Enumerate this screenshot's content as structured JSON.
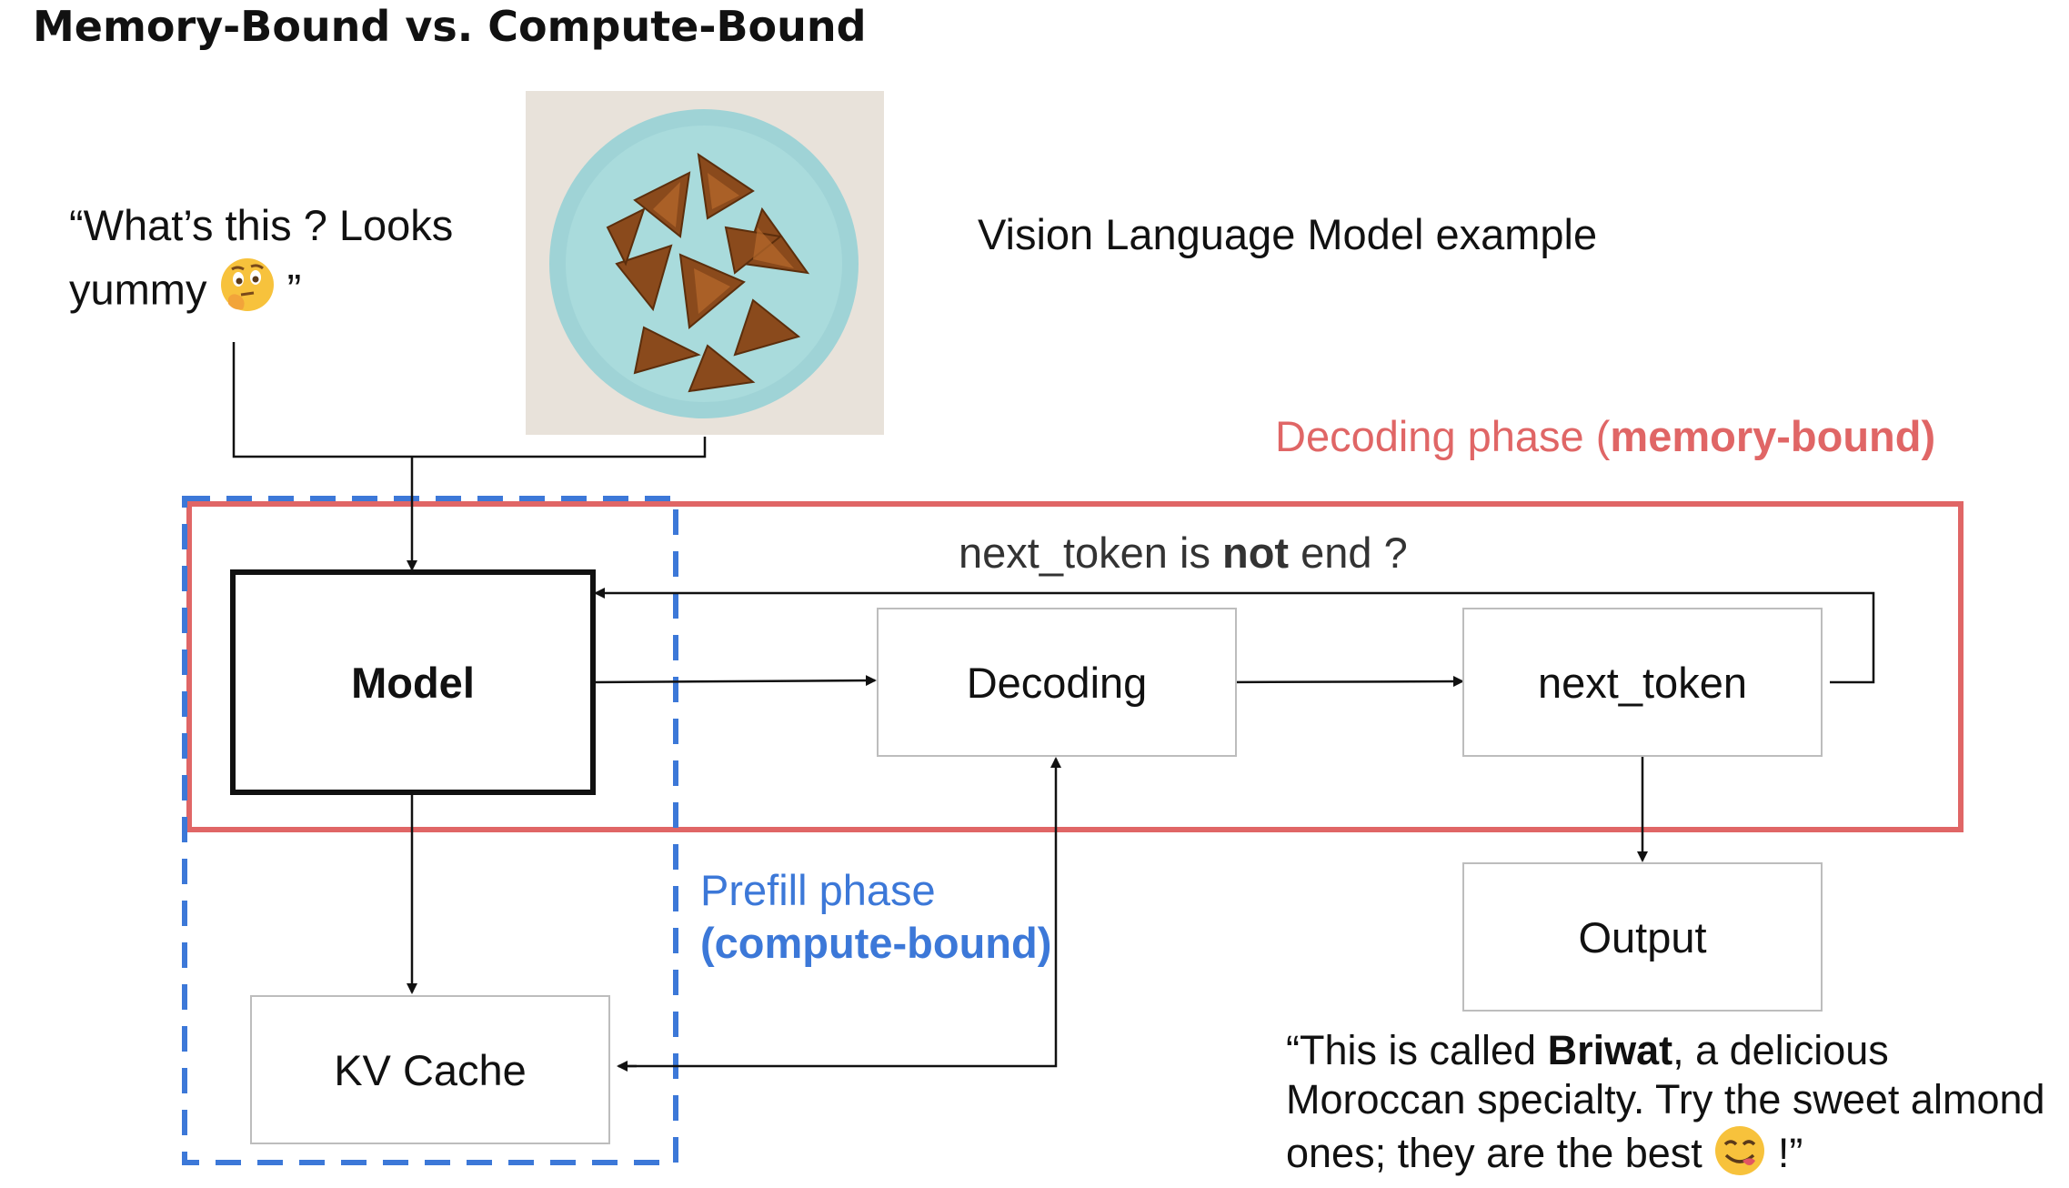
{
  "title": "Memory-Bound vs. Compute-Bound",
  "prompt": {
    "text": "“What’s this ? Looks yummy",
    "emoji": "thinking-face",
    "close_quote": "”"
  },
  "image_label": "Vision Language Model example",
  "phases": {
    "decoding_prefix": "Decoding phase (",
    "decoding_bold": "memory-bound)",
    "prefill_line1": "Prefill phase",
    "prefill_line2": "(compute-bound)"
  },
  "loop_question": {
    "before": "next_token is ",
    "bold": "not",
    "after": " end ?"
  },
  "boxes": {
    "model": "Model",
    "decoding": "Decoding",
    "next_token": "next_token",
    "output": "Output",
    "kv_cache": "KV Cache"
  },
  "answer": {
    "before": "“This is called ",
    "bold": "Briwat",
    "after": ", a delicious Moroccan specialty. Try the sweet almond ones; they are the best",
    "emoji": "face-savoring-food",
    "end": " !”"
  },
  "colors": {
    "decoding_phase": "#e06666",
    "prefill_phase": "#3c78d8",
    "box_border": "#bdbdbd",
    "model_border": "#111111"
  }
}
